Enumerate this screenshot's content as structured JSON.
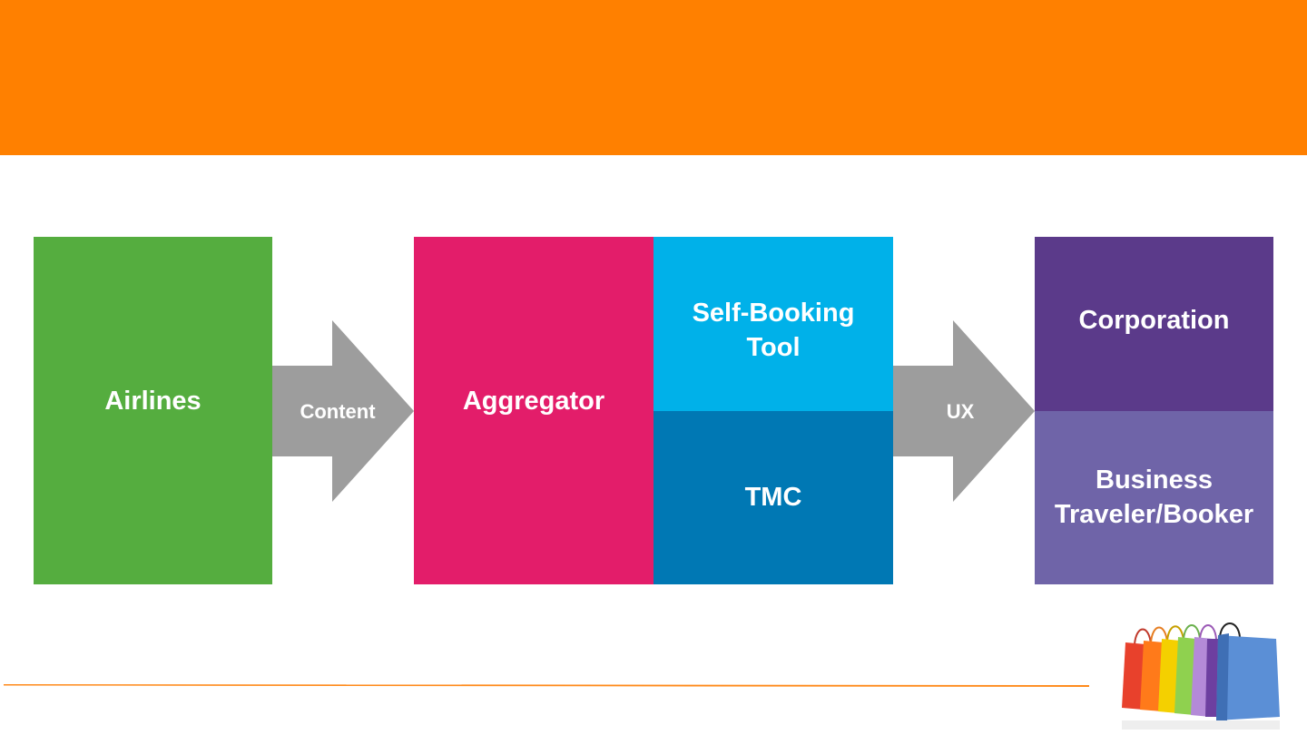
{
  "header": {
    "color": "#ff8000"
  },
  "diagram": {
    "airlines": {
      "label": "Airlines",
      "color": "#55ad3f"
    },
    "arrow_content": {
      "label": "Content",
      "color": "#9d9d9d"
    },
    "aggregator": {
      "label": "Aggregator",
      "color": "#e31d6a"
    },
    "self_booking_tool": {
      "line1": "Self-Booking",
      "line2": "Tool",
      "color": "#00b1e9"
    },
    "tmc": {
      "label": "TMC",
      "color": "#0078b4"
    },
    "arrow_ux": {
      "label": "UX",
      "color": "#9d9d9d"
    },
    "corporation": {
      "label": "Corporation",
      "color": "#5b3a8a"
    },
    "business_traveler": {
      "line1": "Business",
      "line2": "Traveler/Booker",
      "color": "#6f64a8"
    }
  },
  "footer": {
    "line_color": "#ff8000",
    "image": "shopping-bags-icon"
  }
}
